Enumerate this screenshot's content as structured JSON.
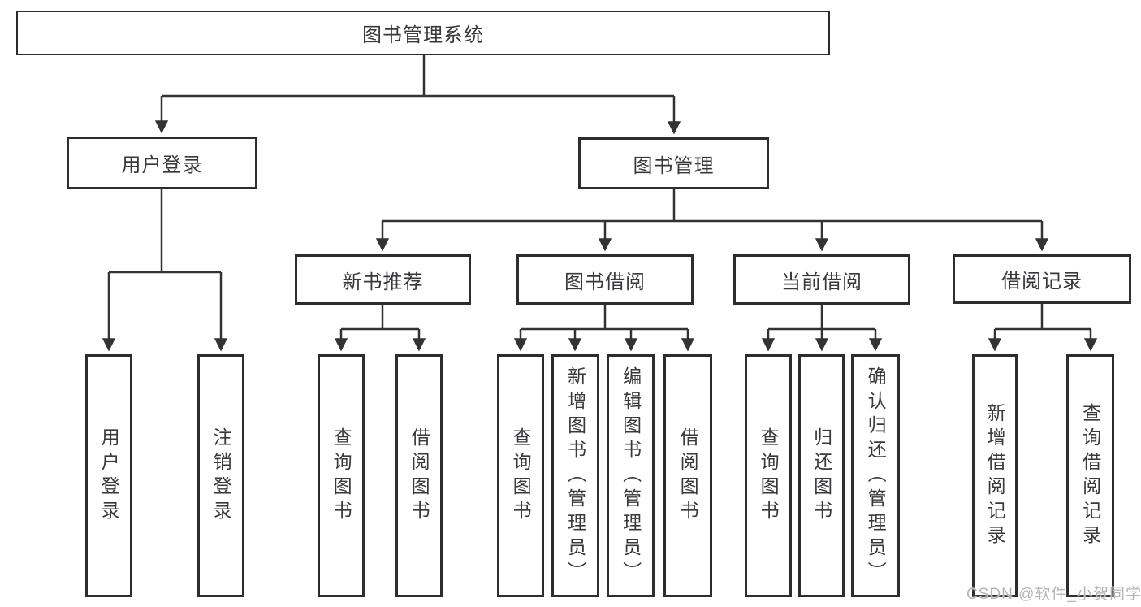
{
  "diagram": {
    "title": "图书管理系统",
    "type": "tree",
    "colors": {
      "border": "#2d2d2f",
      "line": "#333333",
      "text": "#39393d",
      "watermark": "#b5b5b5",
      "background": "#ffffff"
    }
  },
  "tree": {
    "root": {
      "label": "图书管理系统",
      "children": [
        {
          "label": "用户登录",
          "children": [
            {
              "label": "用户登录"
            },
            {
              "label": "注销登录"
            }
          ]
        },
        {
          "label": "图书管理",
          "children": [
            {
              "label": "新书推荐",
              "children": [
                {
                  "label": "查询图书"
                },
                {
                  "label": "借阅图书"
                }
              ]
            },
            {
              "label": "图书借阅",
              "children": [
                {
                  "label": "查询图书"
                },
                {
                  "label": "新增图书（管理员）"
                },
                {
                  "label": "编辑图书（管理员）"
                },
                {
                  "label": "借阅图书"
                }
              ]
            },
            {
              "label": "当前借阅",
              "children": [
                {
                  "label": "查询图书"
                },
                {
                  "label": "归还图书"
                },
                {
                  "label": "确认归还（管理员）"
                }
              ]
            },
            {
              "label": "借阅记录",
              "children": [
                {
                  "label": "新增借阅记录"
                },
                {
                  "label": "查询借阅记录"
                }
              ]
            }
          ]
        }
      ]
    }
  },
  "watermark": "CSDN @软件_小贺同学"
}
